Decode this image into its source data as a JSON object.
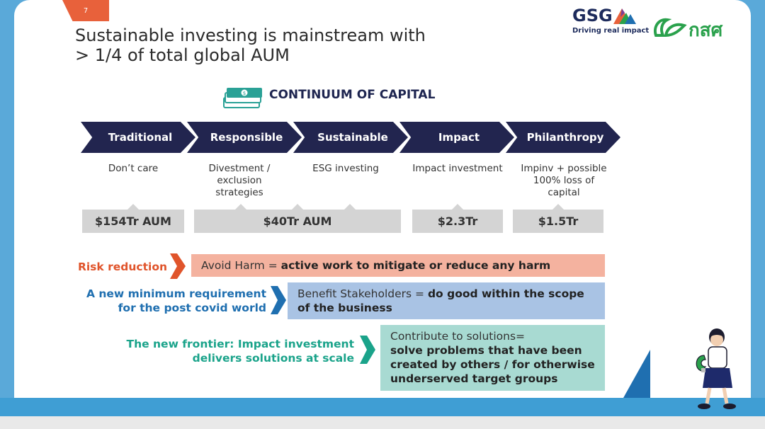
{
  "slide": {
    "number": "7",
    "title": "Sustainable investing is mainstream with\n> 1/4 of total global AUM"
  },
  "logos": {
    "gsg_name": "GSG",
    "gsg_tagline": "Driving real impact",
    "partner_name": "กสศ"
  },
  "continuum": {
    "heading": "CONTINUUM OF CAPITAL",
    "stages": [
      {
        "label": "Traditional",
        "desc": "Don’t care"
      },
      {
        "label": "Responsible",
        "desc": "Divestment /\nexclusion\nstrategies"
      },
      {
        "label": "Sustainable",
        "desc": "ESG investing"
      },
      {
        "label": "Impact",
        "desc": "Impact investment"
      },
      {
        "label": "Philanthropy",
        "desc": "Impinv + possible\n100% loss of\ncapital"
      }
    ],
    "aum": [
      {
        "label": "$154Tr AUM"
      },
      {
        "label": "$40Tr AUM"
      },
      {
        "label": "$2.3Tr"
      },
      {
        "label": "$1.5Tr"
      }
    ]
  },
  "rows": [
    {
      "left": "Risk reduction",
      "color": "#e0542b",
      "box_color": "#f4b29f",
      "box_normal": "Avoid Harm = ",
      "box_bold": "active work to mitigate or reduce any harm"
    },
    {
      "left": "A new  minimum requirement\nfor the post covid world",
      "color": "#1f6fb0",
      "box_color": "#a9c3e4",
      "box_normal": "Benefit Stakeholders = ",
      "box_bold": "do good within the scope of the business"
    },
    {
      "left": "The new frontier: Impact investment\ndelivers solutions at scale",
      "color": "#1aa38a",
      "box_color": "#a8dad2",
      "box_normal": "Contribute to solutions=",
      "box_bold": "solve problems that have been created by others / for otherwise underserved target groups"
    }
  ]
}
